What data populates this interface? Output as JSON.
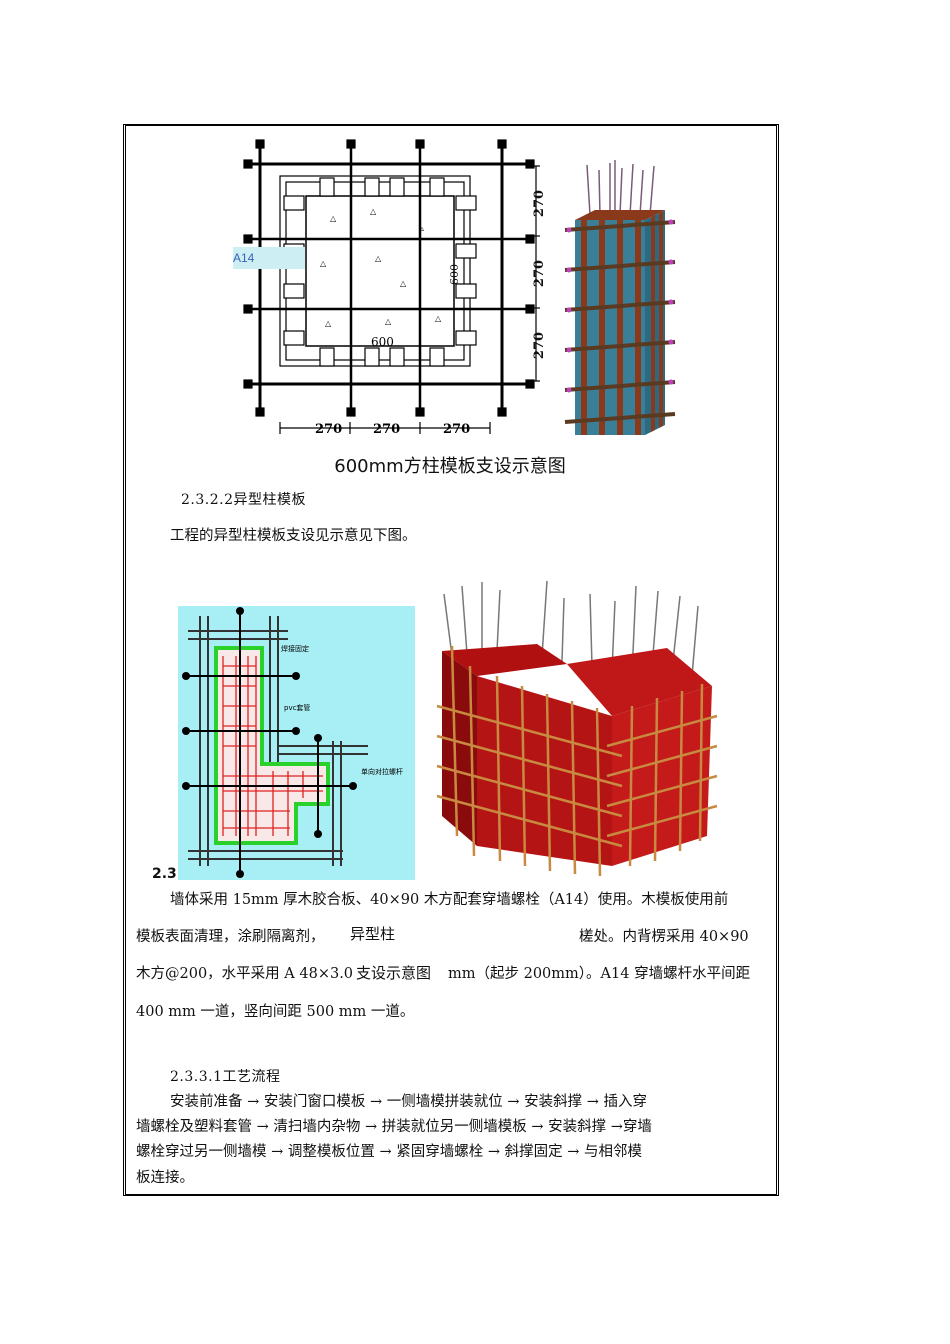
{
  "figure1": {
    "dims_bottom": [
      "270",
      "270",
      "270"
    ],
    "dims_right": [
      "270",
      "270",
      "270"
    ],
    "dim_inner_bottom": "600",
    "dim_inner_right": "600",
    "callout": "A14",
    "caption": "600mm方柱模板支设示意图"
  },
  "section_2322": {
    "heading": "2.3.2.2异型柱模板",
    "text": "工程的异型柱模板支设见示意见下图。"
  },
  "figure2": {
    "labels": [
      "焊接固定",
      "pvc套管",
      "单向对拉螺杆"
    ]
  },
  "section_233": {
    "heading_fragment": "2.3",
    "lines": [
      "墙体采用 15mm 厚木胶合板、40×90 木方配套穿墙螺栓（A14）使用。木模板使用前",
      "模板表面清理，涂刷隔离剂，",
      "槎处。内背楞采用 40×90",
      "木方@200，水平采用 A 48×3.0",
      "mm（起步 200mm）。A14 穿墙螺杆水平间距",
      "400 mm 一道，竖向间距 500 mm 一道。"
    ],
    "overlay_caption_line1": "异型柱",
    "overlay_caption_line2": "支设示意图"
  },
  "section_2331": {
    "heading": "2.3.3.1工艺流程",
    "lines": [
      "安装前准备 → 安装门窗口模板 → 一侧墙模拼装就位 → 安装斜撑 → 插入穿",
      "墙螺栓及塑料套管 → 清扫墙内杂物 → 拼装就位另一侧墙模板 → 安装斜撑 →穿墙",
      "螺栓穿过另一侧墙模 → 调整模板位置 → 紧固穿墙螺栓 → 斜撑固定 → 与相邻模",
      "板连接。"
    ]
  }
}
